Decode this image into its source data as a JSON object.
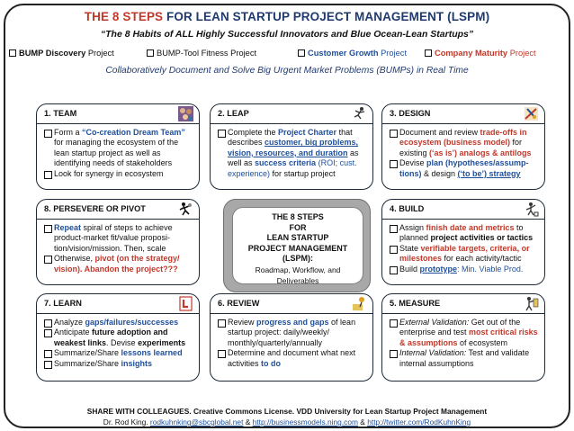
{
  "header": {
    "title_part1": "THE 8 STEPS",
    "title_part2": " FOR LEAN STARTUP PROJECT MANAGEMENT (LSPM)",
    "subtitle": "“The 8 Habits of ALL Highly Successful Innovators and Blue Ocean-Lean Startups”",
    "projects": [
      {
        "label": "BUMP Discovery",
        "suffix": " Project"
      },
      {
        "label": "BUMP-Tool Fitness Project",
        "suffix": ""
      },
      {
        "label": "Customer Growth",
        "suffix": " Project"
      },
      {
        "label": "Company Maturity",
        "suffix": " Project"
      }
    ],
    "tagline": "Collaboratively Document and Solve Big Urgent Market Problems (BUMPs) in Real Time"
  },
  "steps": {
    "team": {
      "title": "1. TEAM",
      "icon": "team-collage-icon",
      "i1a": "Form a ",
      "i1b": "“Co-creation Dream Team”",
      "i1c": " for managing the ecosystem of the lean startup project as well as identifying needs of stakeholders",
      "i2": "Look for synergy in ecosystem"
    },
    "leap": {
      "title": "2. LEAP",
      "icon": "jump-figure-icon",
      "a": "Complete the ",
      "b": "Project Charter",
      "c": " that describes ",
      "d": "customer, big problems, vision, resources, and duration",
      "e": " as well as ",
      "f": "success criteria",
      "g": " (ROI; cust. experience)",
      "h": " for startup project"
    },
    "design": {
      "title": "3. DESIGN",
      "icon": "design-tools-icon",
      "i1a": "Document and review ",
      "i1b": "trade-offs in ecosystem (business model)",
      "i1c": " for existing ",
      "i1d": "(‘as is’) analogs & antilogs",
      "i2a": "Devise ",
      "i2b": "plan (hypotheses/assump-tions)",
      "i2c": " & design ",
      "i2d": "(‘to be’) strategy"
    },
    "pivot": {
      "title": "8. PERSEVERE OR PIVOT",
      "icon": "pivot-runner-icon",
      "i1a": "Repeat",
      "i1b": " spiral of steps to achieve product-market fit/value proposi-tion/vision/mission. Then, scale",
      "i2a": "Otherwise, ",
      "i2b": "pivot (on the strategy/ vision). Abandon the project???"
    },
    "build": {
      "title": "4. BUILD",
      "icon": "builder-figure-icon",
      "i1a": "Assign ",
      "i1b": "finish date and metrics",
      "i1c": " to planned ",
      "i1d": "project activities or tactics",
      "i2a": "State ",
      "i2b": "verifiable targets, criteria, or milestones",
      "i2c": " for each activity/tactic",
      "i3a": "Build ",
      "i3b": "prototype",
      "i3c": ": Min. Viable Prod."
    },
    "learn": {
      "title": "7. LEARN",
      "icon": "learner-l-icon",
      "i1a": "Analyze ",
      "i1b": "gaps/failures/successes",
      "i2a": "Anticipate ",
      "i2b": "future adoption and weakest links",
      "i2c": ". Devise ",
      "i2d": "experiments",
      "i3a": "Summarize/Share ",
      "i3b": "lessons learned",
      "i4a": "Summarize/Share ",
      "i4b": "insights"
    },
    "review": {
      "title": "6. REVIEW",
      "icon": "reviewer-figure-icon",
      "i1a": "Review ",
      "i1b": "progress and gaps",
      "i1c": " of lean startup project: daily/weekly/ monthly/quarterly/annually",
      "i2a": "Determine and document what next activities ",
      "i2b": "to do"
    },
    "measure": {
      "title": "5. MEASURE",
      "icon": "measure-figure-icon",
      "i1a": "External Validation:",
      "i1b": " Get out of the enterprise and test ",
      "i1c": "most critical risks & assumptions",
      "i1d": " of ecosystem",
      "i2a": "Internal Validation:",
      "i2b": " Test and validate internal assumptions"
    }
  },
  "center": {
    "l1": "THE 8 STEPS",
    "l2": "FOR",
    "l3": "LEAN STARTUP",
    "l4": "PROJECT MANAGEMENT",
    "l5": "(LSPM):",
    "l6": "Roadmap, Workflow, and",
    "l7": "Deliverables"
  },
  "footer": {
    "line1": "SHARE WITH COLLEAGUES. Creative Commons License. VDD University for Lean Startup Project Management",
    "author": "Dr. Rod King. ",
    "email": "rodkuhnking@sbcglobal.net",
    "amp1": " & ",
    "link1": "http://businessmodels.ning.com",
    "amp2": " & ",
    "link2": "http://twitter.com/RodKuhnKing"
  },
  "colors": {
    "red": "#c0392b",
    "blue": "#1f4f9a",
    "navy": "#1f3a70",
    "center_gray": "#a8a8a8"
  }
}
